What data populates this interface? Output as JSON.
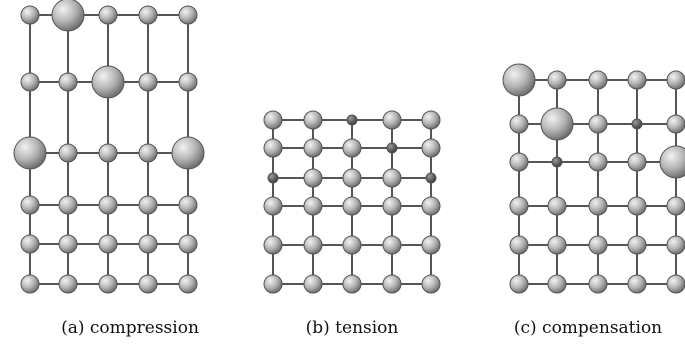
{
  "panels": [
    {
      "id": "compression",
      "caption": "(a) compression",
      "cols": 5,
      "rows": 6,
      "special": {
        "large": [
          [
            0,
            1
          ],
          [
            1,
            2
          ],
          [
            2,
            0
          ],
          [
            2,
            4
          ]
        ],
        "small": []
      }
    },
    {
      "id": "tension",
      "caption": "(b) tension",
      "cols": 5,
      "rows": 6,
      "special": {
        "large": [],
        "small": [
          [
            0,
            2
          ],
          [
            1,
            3
          ],
          [
            2,
            0
          ],
          [
            2,
            4
          ]
        ]
      }
    },
    {
      "id": "compensation",
      "caption": "(c) compensation",
      "cols": 5,
      "rows": 6,
      "special": {
        "large": [
          [
            0,
            0
          ],
          [
            1,
            1
          ],
          [
            2,
            4
          ]
        ],
        "small": [
          [
            1,
            3
          ],
          [
            2,
            1
          ]
        ]
      }
    }
  ],
  "colors": {
    "bond": "#555555",
    "atom_light": "#f2f2f2",
    "atom_mid": "#b5b5b5",
    "atom_dark": "#6e6e6e",
    "atom_stroke": "#555555",
    "small_light": "#9a9a9a",
    "small_dark": "#3a3a3a"
  }
}
